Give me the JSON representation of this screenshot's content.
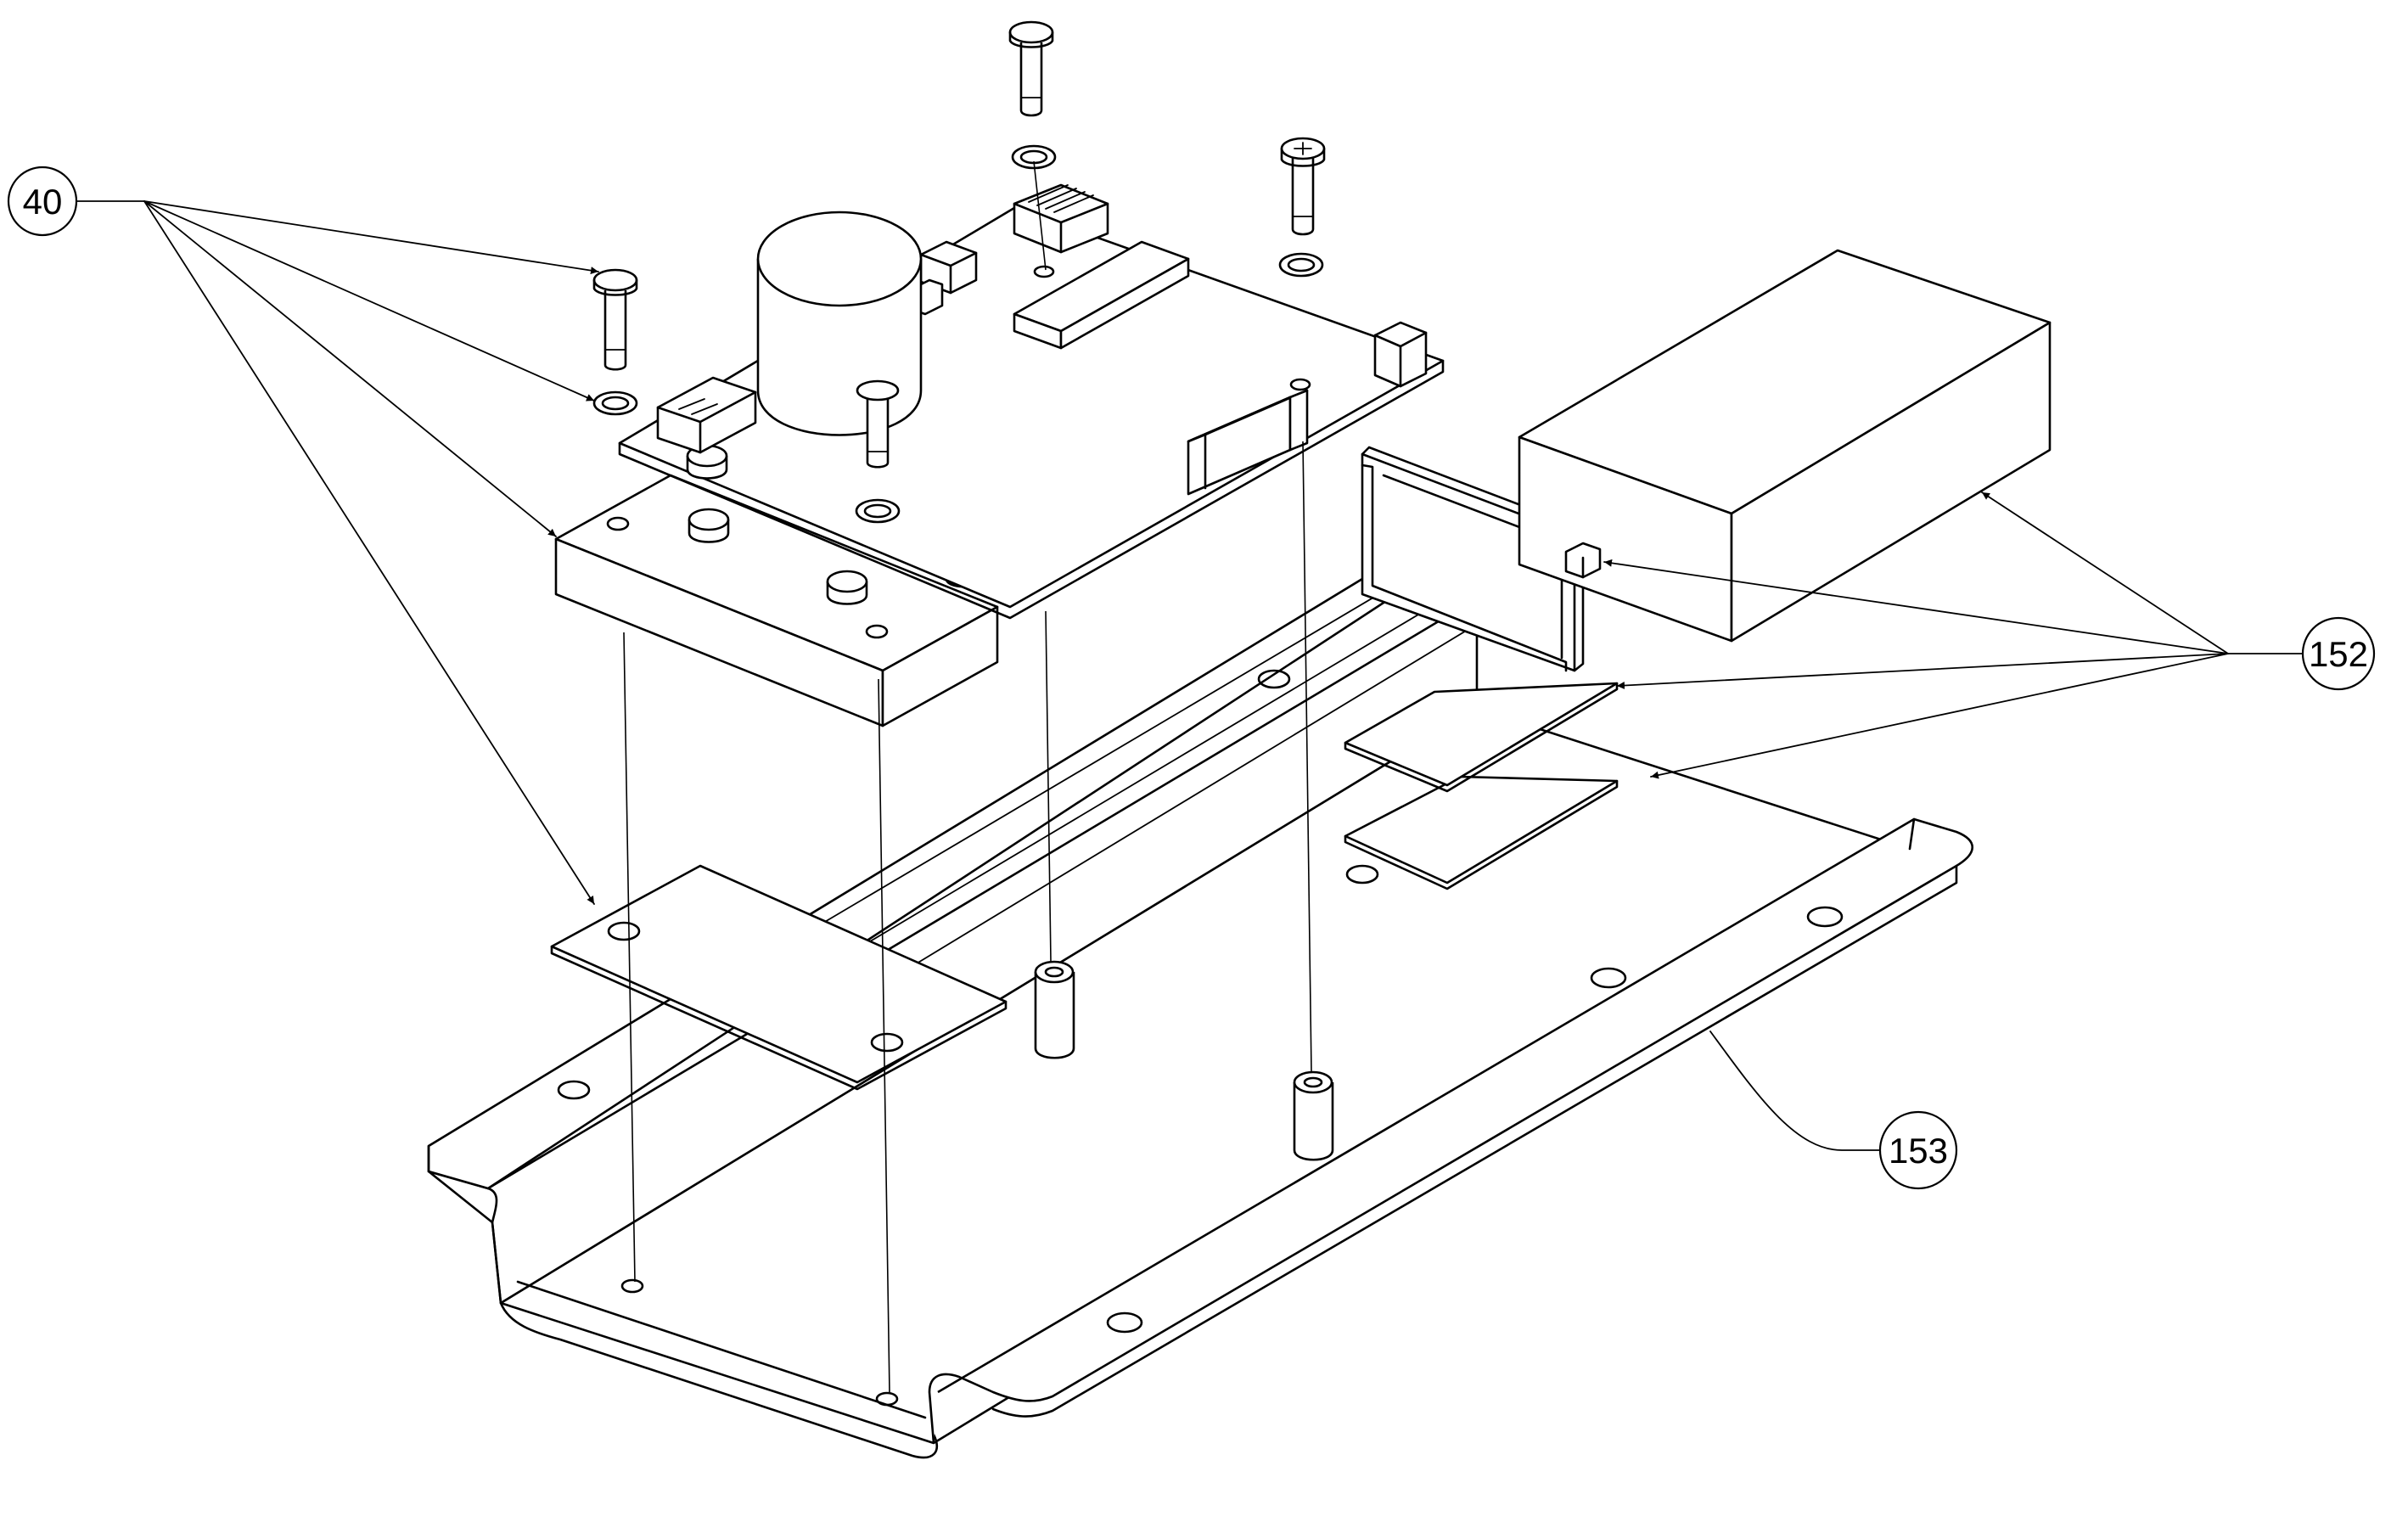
{
  "callouts": [
    {
      "id": "40",
      "label": "40"
    },
    {
      "id": "152",
      "label": "152"
    },
    {
      "id": "153",
      "label": "153"
    }
  ],
  "colors": {
    "line": "#000000",
    "background": "#ffffff"
  }
}
